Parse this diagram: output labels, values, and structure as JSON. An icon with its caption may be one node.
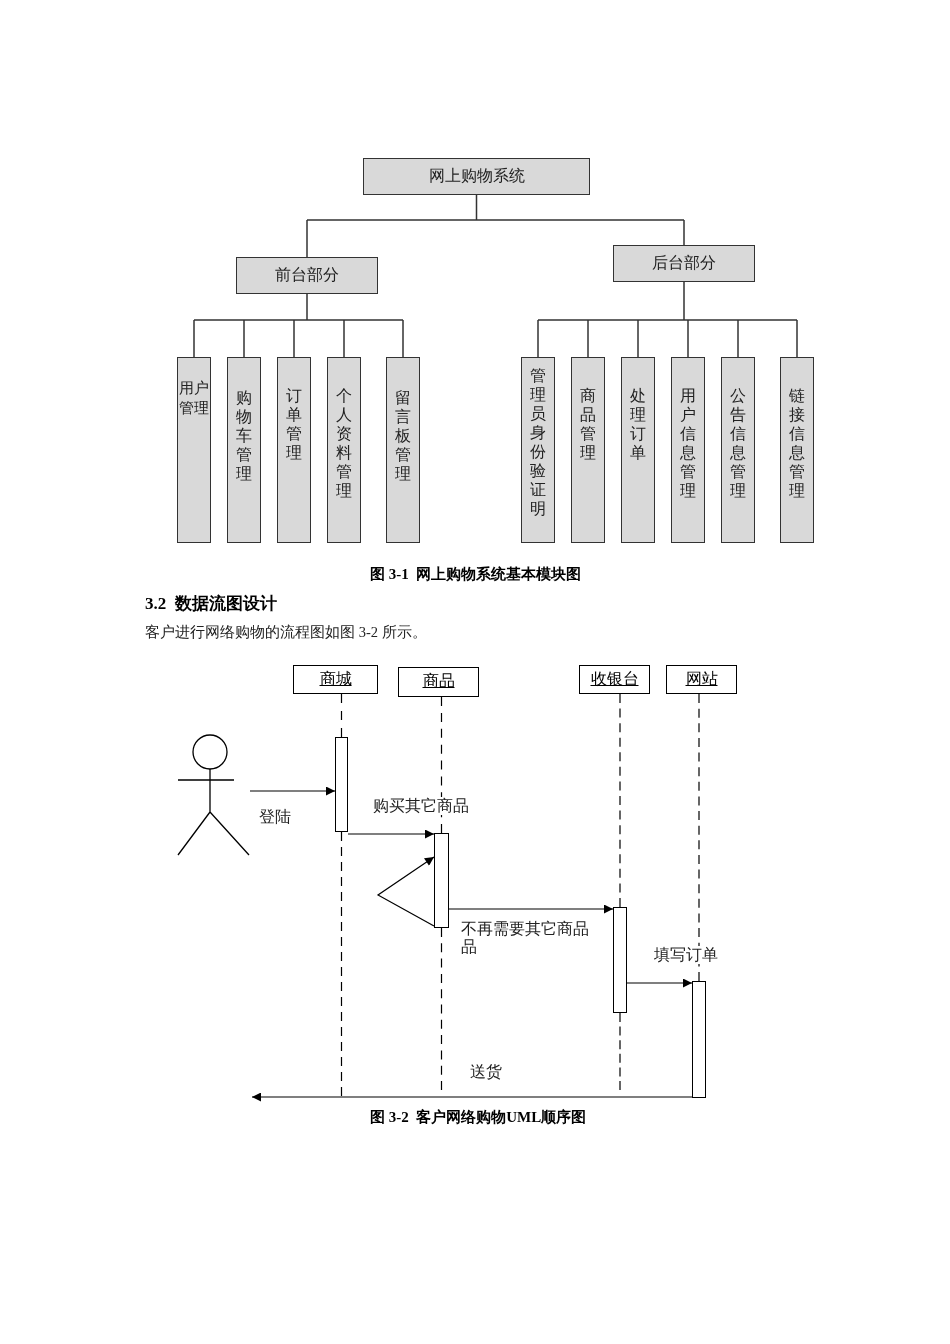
{
  "diagram": {
    "nodes": [
      {
        "text": [
          "网上购物系统"
        ]
      },
      {
        "text": [
          "前台部分"
        ]
      },
      {
        "text": [
          "后台部分"
        ]
      },
      {
        "text": [
          "用户管理"
        ]
      },
      {
        "text": [
          "购物车管理"
        ]
      },
      {
        "text": [
          "订单管理"
        ]
      },
      {
        "text": [
          "个人资料管理"
        ]
      },
      {
        "text": [
          "留言板管理"
        ]
      },
      {
        "text": [
          "管理员身份验证明"
        ]
      },
      {
        "text": [
          "商品管理"
        ]
      },
      {
        "text": [
          "处理订单"
        ]
      },
      {
        "text": [
          "用户信息管理"
        ]
      },
      {
        "text": [
          "公告信息管理"
        ]
      },
      {
        "text": [
          "链接信息管理"
        ]
      },
      {
        "text": [
          "商城"
        ]
      },
      {
        "text": [
          "商品"
        ]
      },
      {
        "text": [
          "收银台"
        ]
      },
      {
        "text": [
          "网站"
        ]
      },
      {
        "text": [],
        "shape": "person"
      },
      {
        "text": [],
        "shape": "bar"
      },
      {
        "text": [],
        "shape": "bar"
      },
      {
        "text": [],
        "shape": "bar"
      },
      {
        "text": [],
        "shape": "bar"
      }
    ],
    "edges": [
      {
        "from": 0,
        "to": 1,
        "arrow": "none"
      },
      {
        "from": 0,
        "to": 2,
        "arrow": "none"
      },
      {
        "from": 1,
        "to": 3,
        "arrow": "none"
      },
      {
        "from": 1,
        "to": 4,
        "arrow": "none"
      },
      {
        "from": 1,
        "to": 5,
        "arrow": "none"
      },
      {
        "from": 1,
        "to": 6,
        "arrow": "none"
      },
      {
        "from": 1,
        "to": 7,
        "arrow": "none"
      },
      {
        "from": 2,
        "to": 8,
        "arrow": "none"
      },
      {
        "from": 2,
        "to": 9,
        "arrow": "none"
      },
      {
        "from": 2,
        "to": 10,
        "arrow": "none"
      },
      {
        "from": 2,
        "to": 11,
        "arrow": "none"
      },
      {
        "from": 2,
        "to": 12,
        "arrow": "none"
      },
      {
        "from": 2,
        "to": 13,
        "arrow": "none"
      },
      {
        "from": 14,
        "to": 19,
        "arrow": "none",
        "style": "dashed"
      },
      {
        "from": 15,
        "to": 20,
        "arrow": "none",
        "style": "dashed"
      },
      {
        "from": 16,
        "to": 21,
        "arrow": "none",
        "style": "dashed"
      },
      {
        "from": 17,
        "to": 22,
        "arrow": "none",
        "style": "dashed"
      },
      {
        "from": 19,
        "to": null,
        "arrow": "none",
        "style": "dashed"
      },
      {
        "from": 20,
        "to": null,
        "arrow": "none",
        "style": "dashed"
      },
      {
        "from": 21,
        "to": null,
        "arrow": "none",
        "style": "dashed"
      },
      {
        "from": 18,
        "to": 19,
        "arrow": "to",
        "label": "登陆"
      },
      {
        "from": 19,
        "to": 20,
        "arrow": "to",
        "label": "购买其它商品"
      },
      {
        "from": 20,
        "to": 20,
        "arrow": "to"
      },
      {
        "from": 20,
        "to": 21,
        "arrow": "to",
        "label": "不再需要其它商品品"
      },
      {
        "from": 21,
        "to": 22,
        "arrow": "to",
        "label": "填写订单"
      },
      {
        "from": 22,
        "to": null,
        "arrow": "to",
        "label": "送货"
      }
    ],
    "labels": [
      "图 3-1  网上购物系统基本模块图",
      "3.2  数据流图设计",
      "客户进行网络购物的流程图如图 3-2 所示。",
      "图 3-2  客户网络购物UML顺序图"
    ]
  }
}
